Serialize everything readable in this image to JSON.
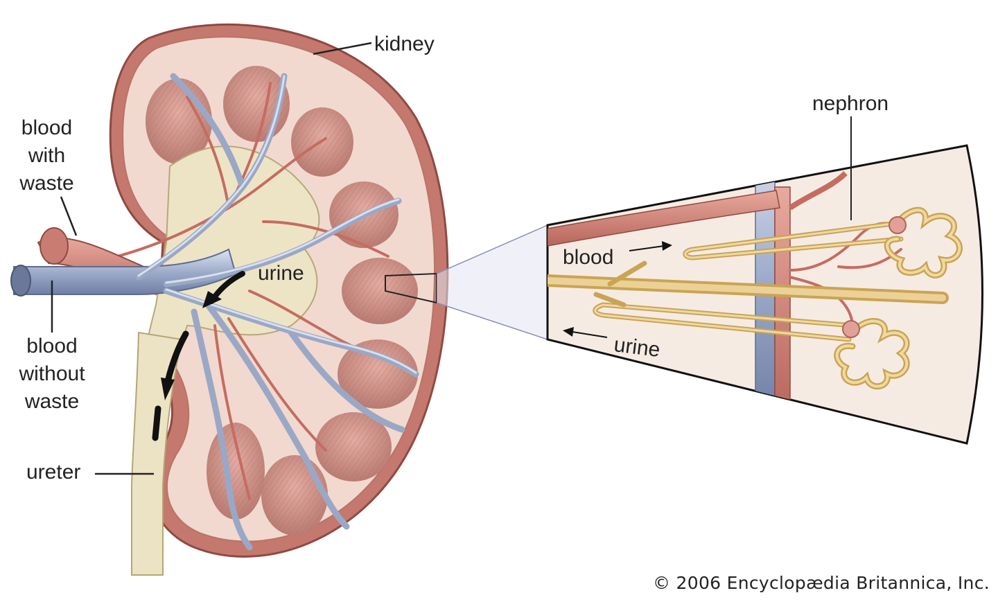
{
  "labels": {
    "kidney": "kidney",
    "nephron": "nephron",
    "blood_with_waste": [
      "blood",
      "with",
      "waste"
    ],
    "blood_without_waste": [
      "blood",
      "without",
      "waste"
    ],
    "urine_main": "urine",
    "ureter": "ureter",
    "blood_inset": "blood",
    "urine_inset": "urine"
  },
  "credit": "© 2006 Encyclopædia Britannica, Inc.",
  "colors": {
    "capsule": "#c97a6e",
    "cortex": "#f2dcd3",
    "pyramid": "#c98f86",
    "pelvis": "#efe8cf",
    "vein": "#aab6cf",
    "artery": "#cc7e74",
    "nephron_tubule": "#e6c98a",
    "inset_bg": "#f5e8de"
  }
}
